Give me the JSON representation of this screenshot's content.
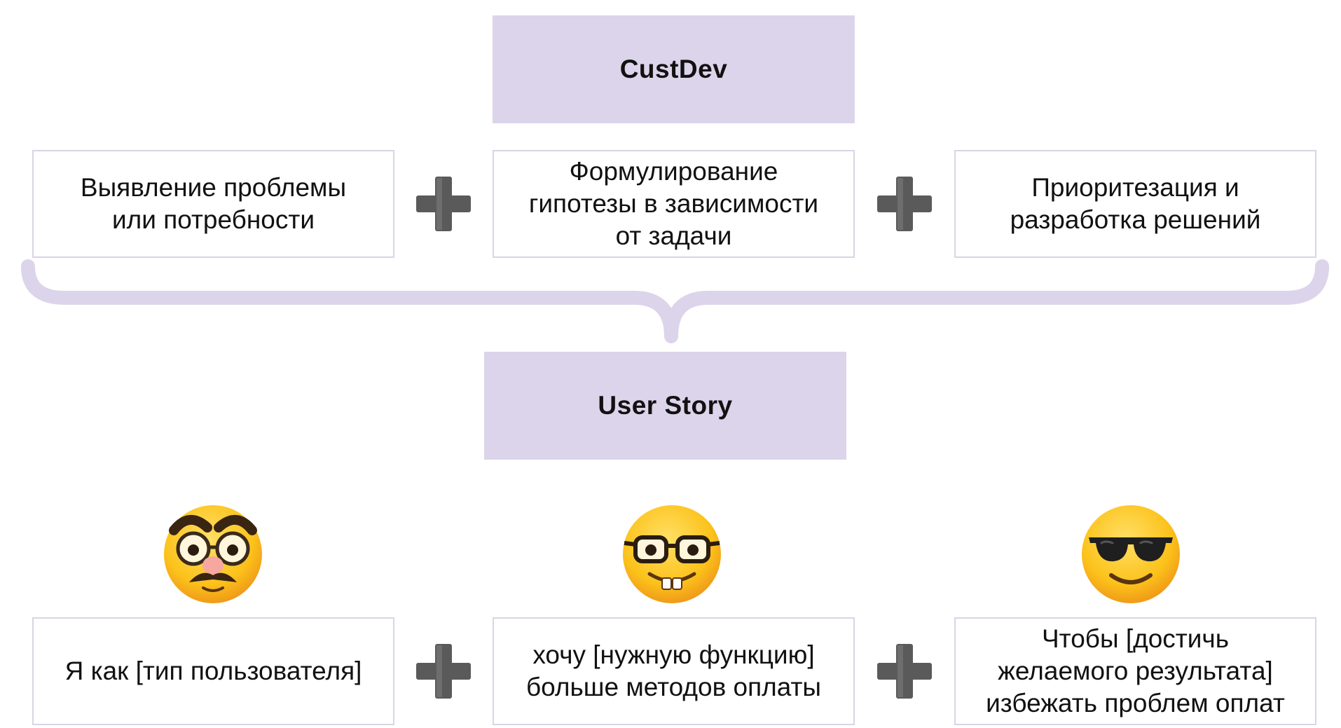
{
  "custdev": {
    "title": "CustDev",
    "steps": [
      "Выявление проблемы\nили потребности",
      "Формулирование\nгипотезы в зависимости\nот задачи",
      "Приоритезация и\nразработка решений"
    ]
  },
  "user_story": {
    "title": "User Story",
    "roles": [
      {
        "icon": "disguised-face-icon"
      },
      {
        "icon": "nerd-face-icon"
      },
      {
        "icon": "sunglasses-face-icon"
      }
    ],
    "parts": [
      "Я как [тип пользователя]",
      "хочу [нужную функцию]\nбольше методов оплаты",
      "Чтобы [достичь\nжелаемого результата]\nизбежать проблем оплат"
    ]
  },
  "colors": {
    "header_fill": "#dcd4ea",
    "box_border": "#d9d4e6",
    "brace": "#dcd4ea",
    "plus": "#5a5a5a"
  }
}
